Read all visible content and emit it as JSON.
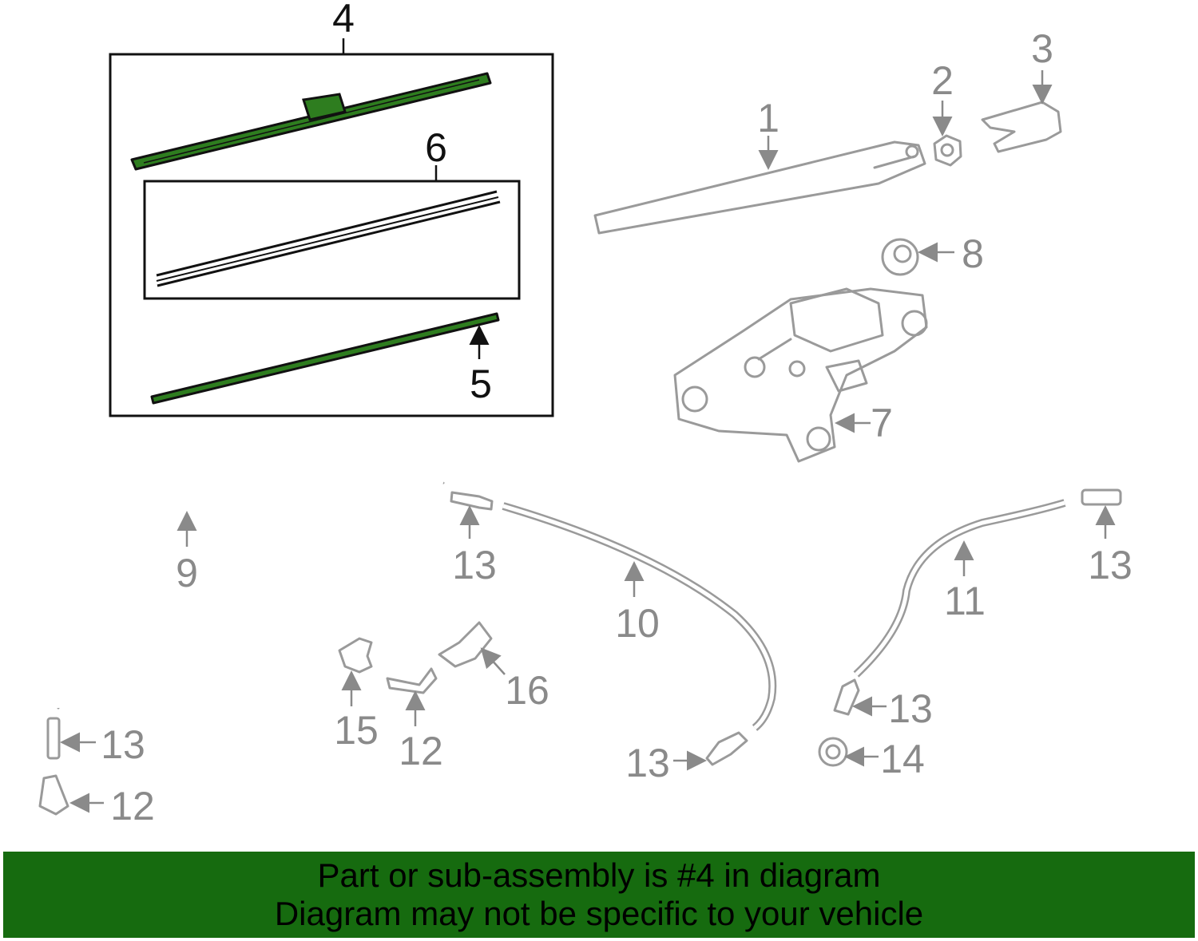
{
  "colors": {
    "highlight_green": "#2e7d1f",
    "banner_green": "#166b0f",
    "callout_gray": "#8a8a8a",
    "callout_dark": "#111111"
  },
  "callouts": {
    "c1": "1",
    "c2": "2",
    "c3": "3",
    "c4": "4",
    "c5": "5",
    "c6": "6",
    "c7": "7",
    "c8": "8",
    "c9": "9",
    "c10": "10",
    "c11": "11",
    "c12a": "12",
    "c12b": "12",
    "c13a": "13",
    "c13b": "13",
    "c13c": "13",
    "c13d": "13",
    "c13e": "13",
    "c14": "14",
    "c15": "15",
    "c16": "16"
  },
  "banner": {
    "line1": "Part or sub-assembly is #4 in diagram",
    "line2": "Diagram may not be specific to your vehicle"
  }
}
